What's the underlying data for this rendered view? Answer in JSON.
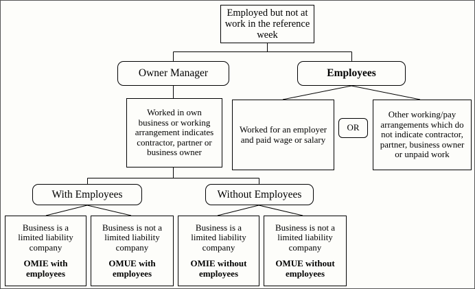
{
  "diagram": {
    "title": "Employed but not at work in the reference week classification flowchart",
    "type": "flowchart",
    "line_color": "#000000",
    "background_color": "#fdfdfa",
    "nodes": {
      "root": {
        "label": "Employed but not at\nwork in the reference\nweek",
        "shape": "rectangle",
        "bold": false
      },
      "owner_manager": {
        "label": "Owner Manager",
        "shape": "rounded-rectangle",
        "bold": false
      },
      "employees": {
        "label": "Employees",
        "shape": "rounded-rectangle",
        "bold": true
      },
      "owner_criteria": {
        "label": "Worked in own\nbusiness or working\narrangement indicates\ncontractor, partner or\nbusiness owner",
        "shape": "rectangle",
        "bold": false
      },
      "employee_criteria_a": {
        "label": "Worked for an employer\nand paid wage or salary",
        "shape": "rectangle",
        "bold": false
      },
      "or_connector": {
        "label": "OR",
        "shape": "rounded-rectangle",
        "bold": false
      },
      "employee_criteria_b": {
        "label": "Other working/pay\narrangements which do\nnot indicate contractor,\npartner, business owner\nor unpaid work",
        "shape": "rectangle",
        "bold": false
      },
      "with_employees": {
        "label": "With Employees",
        "shape": "rounded-rectangle",
        "bold": false
      },
      "without_employees": {
        "label": "Without Employees",
        "shape": "rounded-rectangle",
        "bold": false
      },
      "omie_with": {
        "condition": "Business is a\nlimited liability\ncompany",
        "outcome": "OMIE with\nemployees",
        "shape": "rectangle"
      },
      "omue_with": {
        "condition": "Business is not a\nlimited liability\ncompany",
        "outcome": "OMUE with\nemployees",
        "shape": "rectangle"
      },
      "omie_without": {
        "condition": "Business is a\nlimited liability\ncompany",
        "outcome": "OMIE without\nemployees",
        "shape": "rectangle"
      },
      "omue_without": {
        "condition": "Business is not a\nlimited liability\ncompany",
        "outcome": "OMUE without\nemployees",
        "shape": "rectangle"
      }
    }
  }
}
